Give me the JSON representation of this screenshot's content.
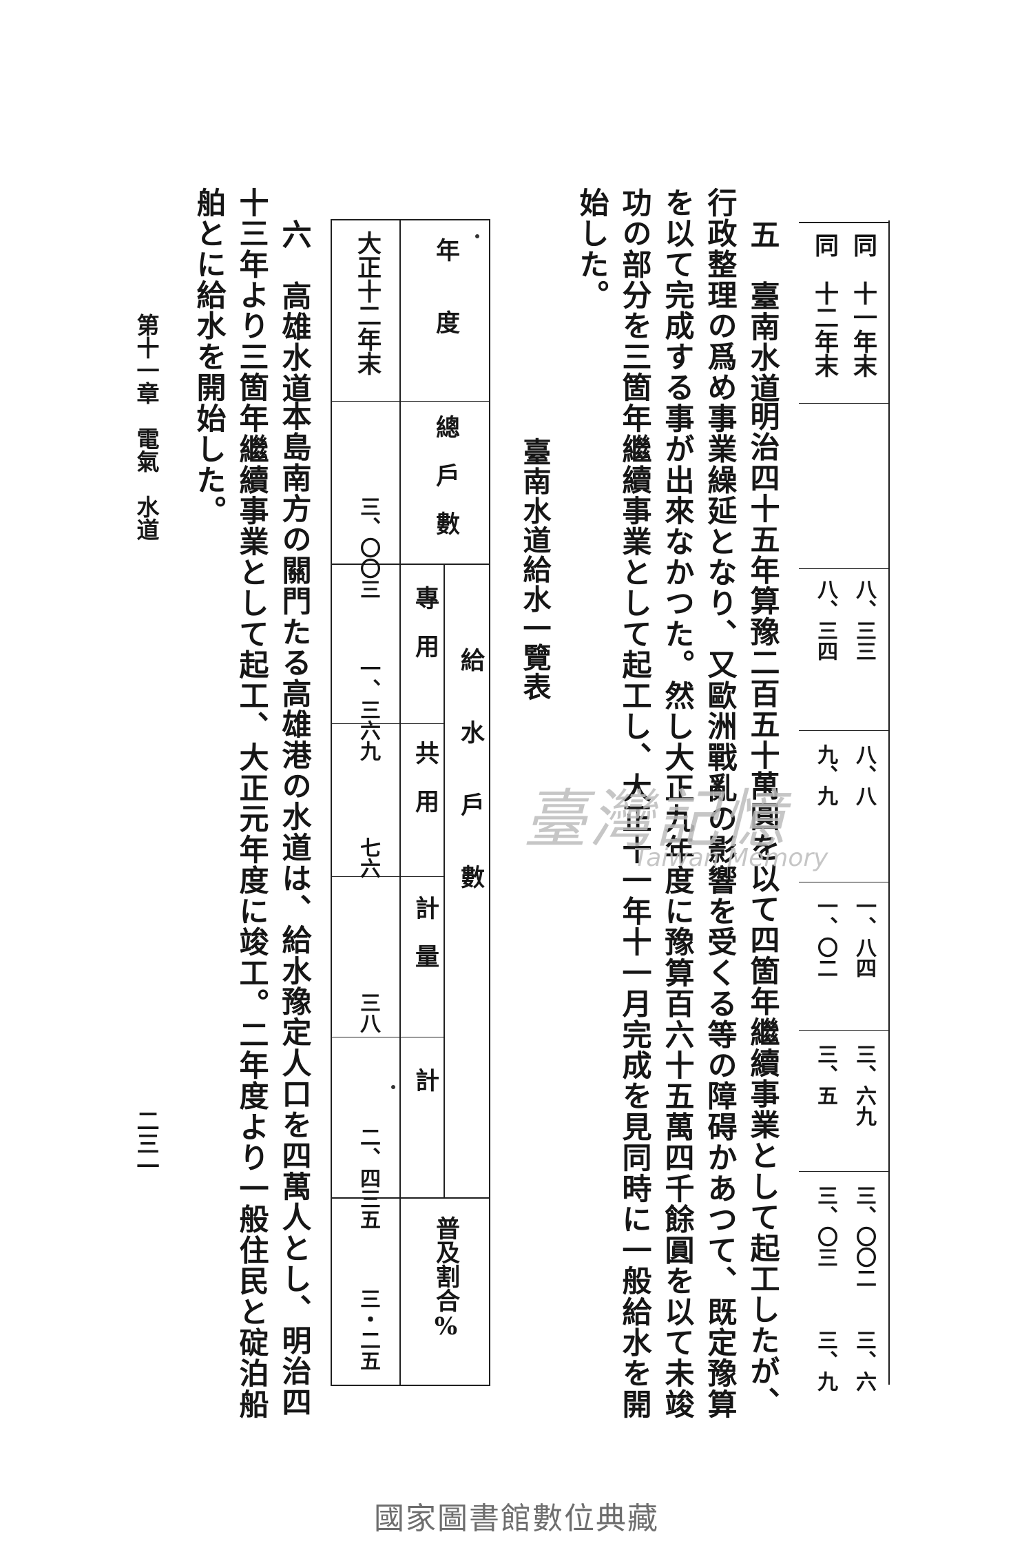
{
  "prev_table": {
    "rows": [
      {
        "year": "同　十一年末",
        "total": "八、三三",
        "dedicated": "八、八",
        "shared": "一、八四",
        "meter": "三、六九",
        "sum": "三、〇〇二",
        "pct": "三、六"
      },
      {
        "year": "同　十二年末",
        "total": "八、三四",
        "dedicated": "九、九",
        "shared": "一、〇二",
        "meter": "三、五",
        "sum": "三、〇三",
        "pct": "三、九"
      }
    ]
  },
  "sections": {
    "s5": {
      "heading": "五　臺南水道",
      "lines": [
        "明治四十五年算豫二百五十萬圓を以て四箇年繼續事業として起工したが、",
        "行政整理の爲め事業繰延となり、又歐洲戰亂の影響を受くる等の障碍かあつて、既定豫算",
        "を以て完成する事が出來なかつた。然し大正九年度に豫算百六十五萬四千餘圓を以て未竣",
        "功の部分を三箇年繼續事業として起工し、大正十一年十一月完成を見同時に一般給水を開",
        "始した。"
      ]
    },
    "table": {
      "title": "臺南水道給水一覽表",
      "header_year": "年　　度",
      "header_total": "總　戶　數",
      "header_group": "給　　水　　戶　　數",
      "header_dedicated": "專　用",
      "header_shared": "共　用",
      "header_meter": "計　量",
      "header_sum": "計",
      "header_pct": "普及割合%",
      "row": {
        "year": "大正十二年末",
        "total": "三、〇〇三",
        "dedicated": "一、三六九",
        "shared": "七六",
        "meter": "三八",
        "sum": "二、四三五",
        "pct": "三・二五"
      }
    },
    "s6": {
      "heading": "六　高雄水道",
      "lines": [
        "本島南方の關門たる高雄港の水道は、給水豫定人口を四萬人とし、明治四",
        "十三年より三箇年繼續事業として起工、大正元年度に竣工。二年度より一般住民と碇泊船",
        "舶とに給水を開始した。"
      ]
    }
  },
  "running_header": "第十一章　電氣　水道",
  "page_number": "二三一",
  "watermark": {
    "main": "臺灣記憶",
    "sub": "Taiwan Memory"
  },
  "footer": "國家圖書館數位典藏"
}
